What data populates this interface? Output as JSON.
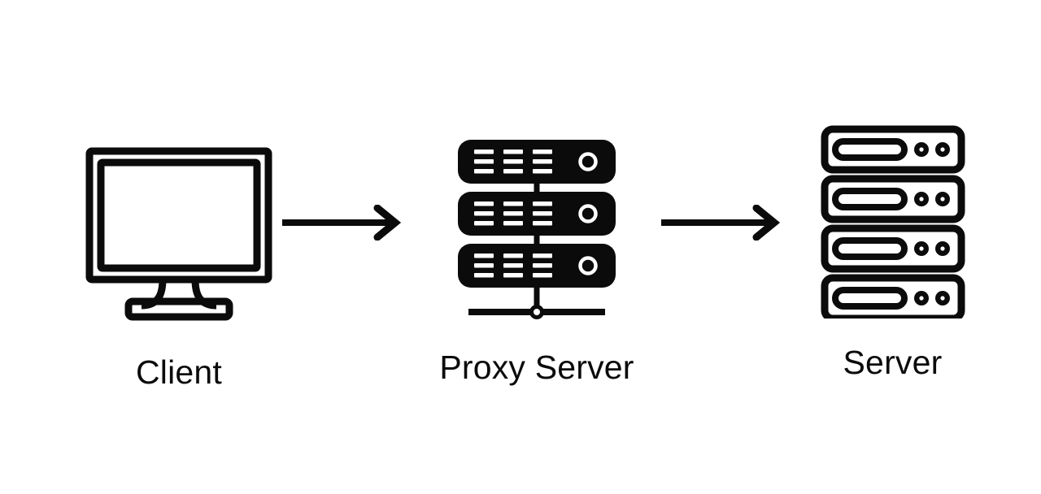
{
  "diagram": {
    "title": "Client to Proxy Server to Server flow",
    "background_color": "#ffffff",
    "stroke_color": "#0b0b0b",
    "nodes": [
      {
        "id": "client",
        "label": "Client",
        "icon": "monitor-icon",
        "icon_style": "outline"
      },
      {
        "id": "proxy",
        "label": "Proxy Server",
        "icon": "server-rack-network-icon",
        "icon_style": "solid",
        "units": 3,
        "unit_dash_rows": 3,
        "unit_dash_columns": 3,
        "unit_indicator": "ring-circle"
      },
      {
        "id": "server",
        "label": "Server",
        "icon": "server-stack-icon",
        "icon_style": "outline",
        "units": 4,
        "unit_slot": "pill-slot",
        "unit_indicators": 2
      }
    ],
    "arrows": [
      {
        "id": "client-to-proxy",
        "from": "client",
        "to": "proxy",
        "direction": "right"
      },
      {
        "id": "proxy-to-server",
        "from": "proxy",
        "to": "server",
        "direction": "right"
      }
    ]
  }
}
